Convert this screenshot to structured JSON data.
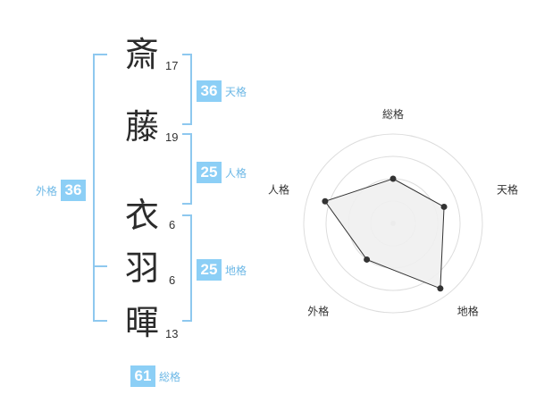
{
  "name_chars": [
    {
      "char": "斎",
      "strokes": "17"
    },
    {
      "char": "藤",
      "strokes": "19"
    },
    {
      "char": "衣",
      "strokes": "6"
    },
    {
      "char": "羽",
      "strokes": "6"
    },
    {
      "char": "暉",
      "strokes": "13"
    }
  ],
  "kakusu": {
    "tenkaku": {
      "value": "36",
      "label": "天格"
    },
    "jinkaku": {
      "value": "25",
      "label": "人格"
    },
    "chikaku": {
      "value": "25",
      "label": "地格"
    },
    "gaikaku": {
      "value": "36",
      "label": "外格"
    },
    "soukaku": {
      "value": "61",
      "label": "総格"
    }
  },
  "chart_data": {
    "type": "radar",
    "axes": [
      "総格",
      "天格",
      "地格",
      "外格",
      "人格"
    ],
    "levels": 4,
    "values": [
      0.5,
      0.6,
      0.9,
      0.5,
      0.8
    ],
    "colors": {
      "fill": "#efefef",
      "line": "#333333",
      "grid": "#dddddd",
      "point": "#333333"
    }
  }
}
